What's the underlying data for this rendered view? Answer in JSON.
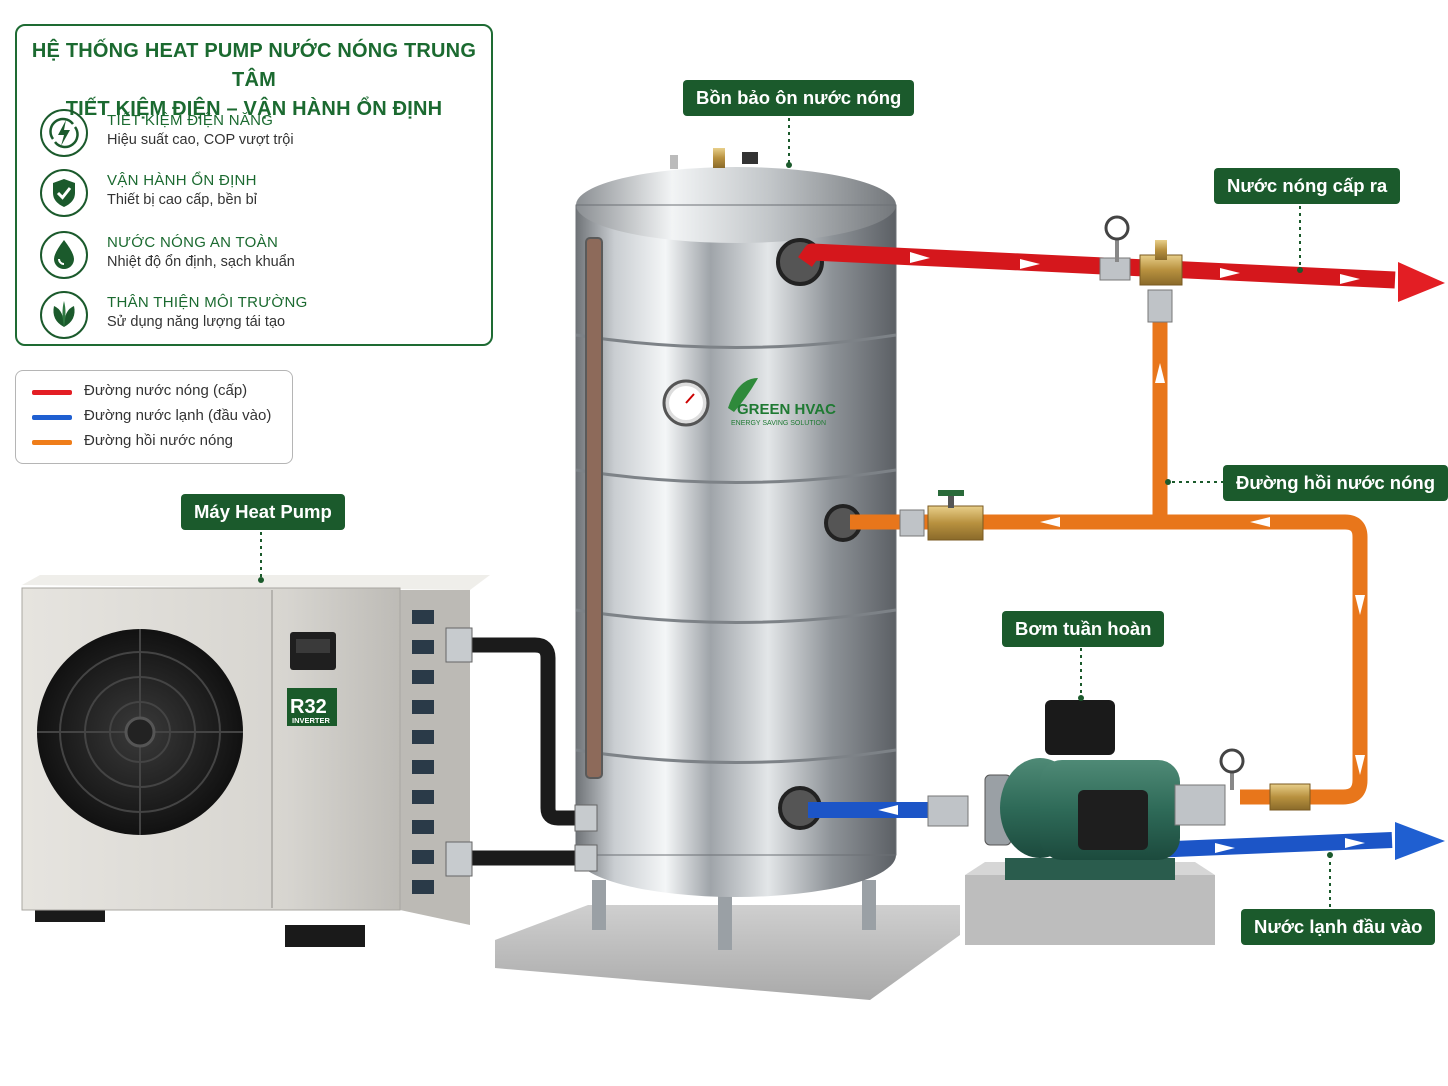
{
  "header": {
    "title_line1": "HỆ THỐNG HEAT PUMP NƯỚC NÓNG TRUNG TÂM",
    "title_line2": "TIẾT KIỆM ĐIỆN – VẬN HÀNH ỔN ĐỊNH"
  },
  "features": [
    {
      "icon": "energy-saving-icon",
      "title": "TIẾT KIỆM ĐIỆN NĂNG",
      "desc": "Hiệu suất cao, COP vượt trội"
    },
    {
      "icon": "shield-check-icon",
      "title": "VẬN HÀNH ỔN ĐỊNH",
      "desc": "Thiết bị cao cấp, bền bỉ"
    },
    {
      "icon": "water-drop-icon",
      "title": "NƯỚC NÓNG AN TOÀN",
      "desc": "Nhiệt độ ổn định, sạch khuẩn"
    },
    {
      "icon": "leaf-icon",
      "title": "THÂN THIỆN MÔI TRƯỜNG",
      "desc": "Sử dụng năng lượng tái tạo"
    }
  ],
  "legend": [
    {
      "label": "Đường nước nóng (cấp)",
      "color": "#e31e24"
    },
    {
      "label": "Đường nước lạnh (đầu vào)",
      "color": "#1f5fd1"
    },
    {
      "label": "Đường hồi nước nóng",
      "color": "#ef7d1a"
    }
  ],
  "labels": {
    "tank": "Bồn bảo ôn nước nóng",
    "hot_out": "Nước nóng cấp ra",
    "return_line": "Đường hồi nước nóng",
    "heat_pump": "Máy Heat Pump",
    "pump": "Bơm tuần hoàn",
    "cold_in": "Nước lạnh đầu vào"
  },
  "tank": {
    "brand": "GREEN HVAC",
    "tagline": "ENERGY SAVING SOLUTION"
  },
  "heat_pump": {
    "refrigerant": "R32",
    "badge": "INVERTER"
  },
  "colors": {
    "brand_green": "#1b5a2c",
    "hot": "#e31e24",
    "cold": "#1f5fd1",
    "return": "#ef7d1a"
  }
}
